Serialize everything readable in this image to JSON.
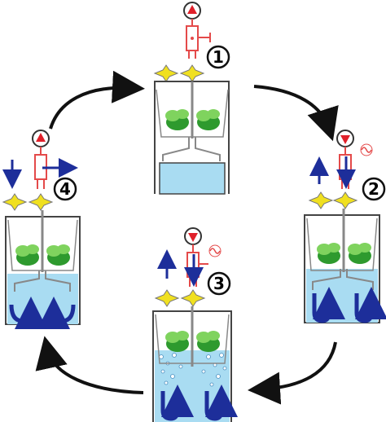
{
  "steps": [
    {
      "number": "1",
      "pump_direction": "up",
      "electric_symbol": false
    },
    {
      "number": "2",
      "pump_direction": "down",
      "electric_symbol": true
    },
    {
      "number": "3",
      "pump_direction": "down",
      "electric_symbol": true
    },
    {
      "number": "4",
      "pump_direction": "up",
      "electric_symbol": false
    }
  ],
  "colors": {
    "water": "#a9dcf2",
    "water_dark": "#1d3fa0",
    "pump_red": "#e0202a",
    "pipe_red": "#e44a4a",
    "valve_yellow": "#f0e020",
    "plant_green": "#2e9a2e",
    "plant_light": "#7fd35e",
    "cycle_arrow": "#111111",
    "flow_arrow": "#1d2e9a"
  }
}
